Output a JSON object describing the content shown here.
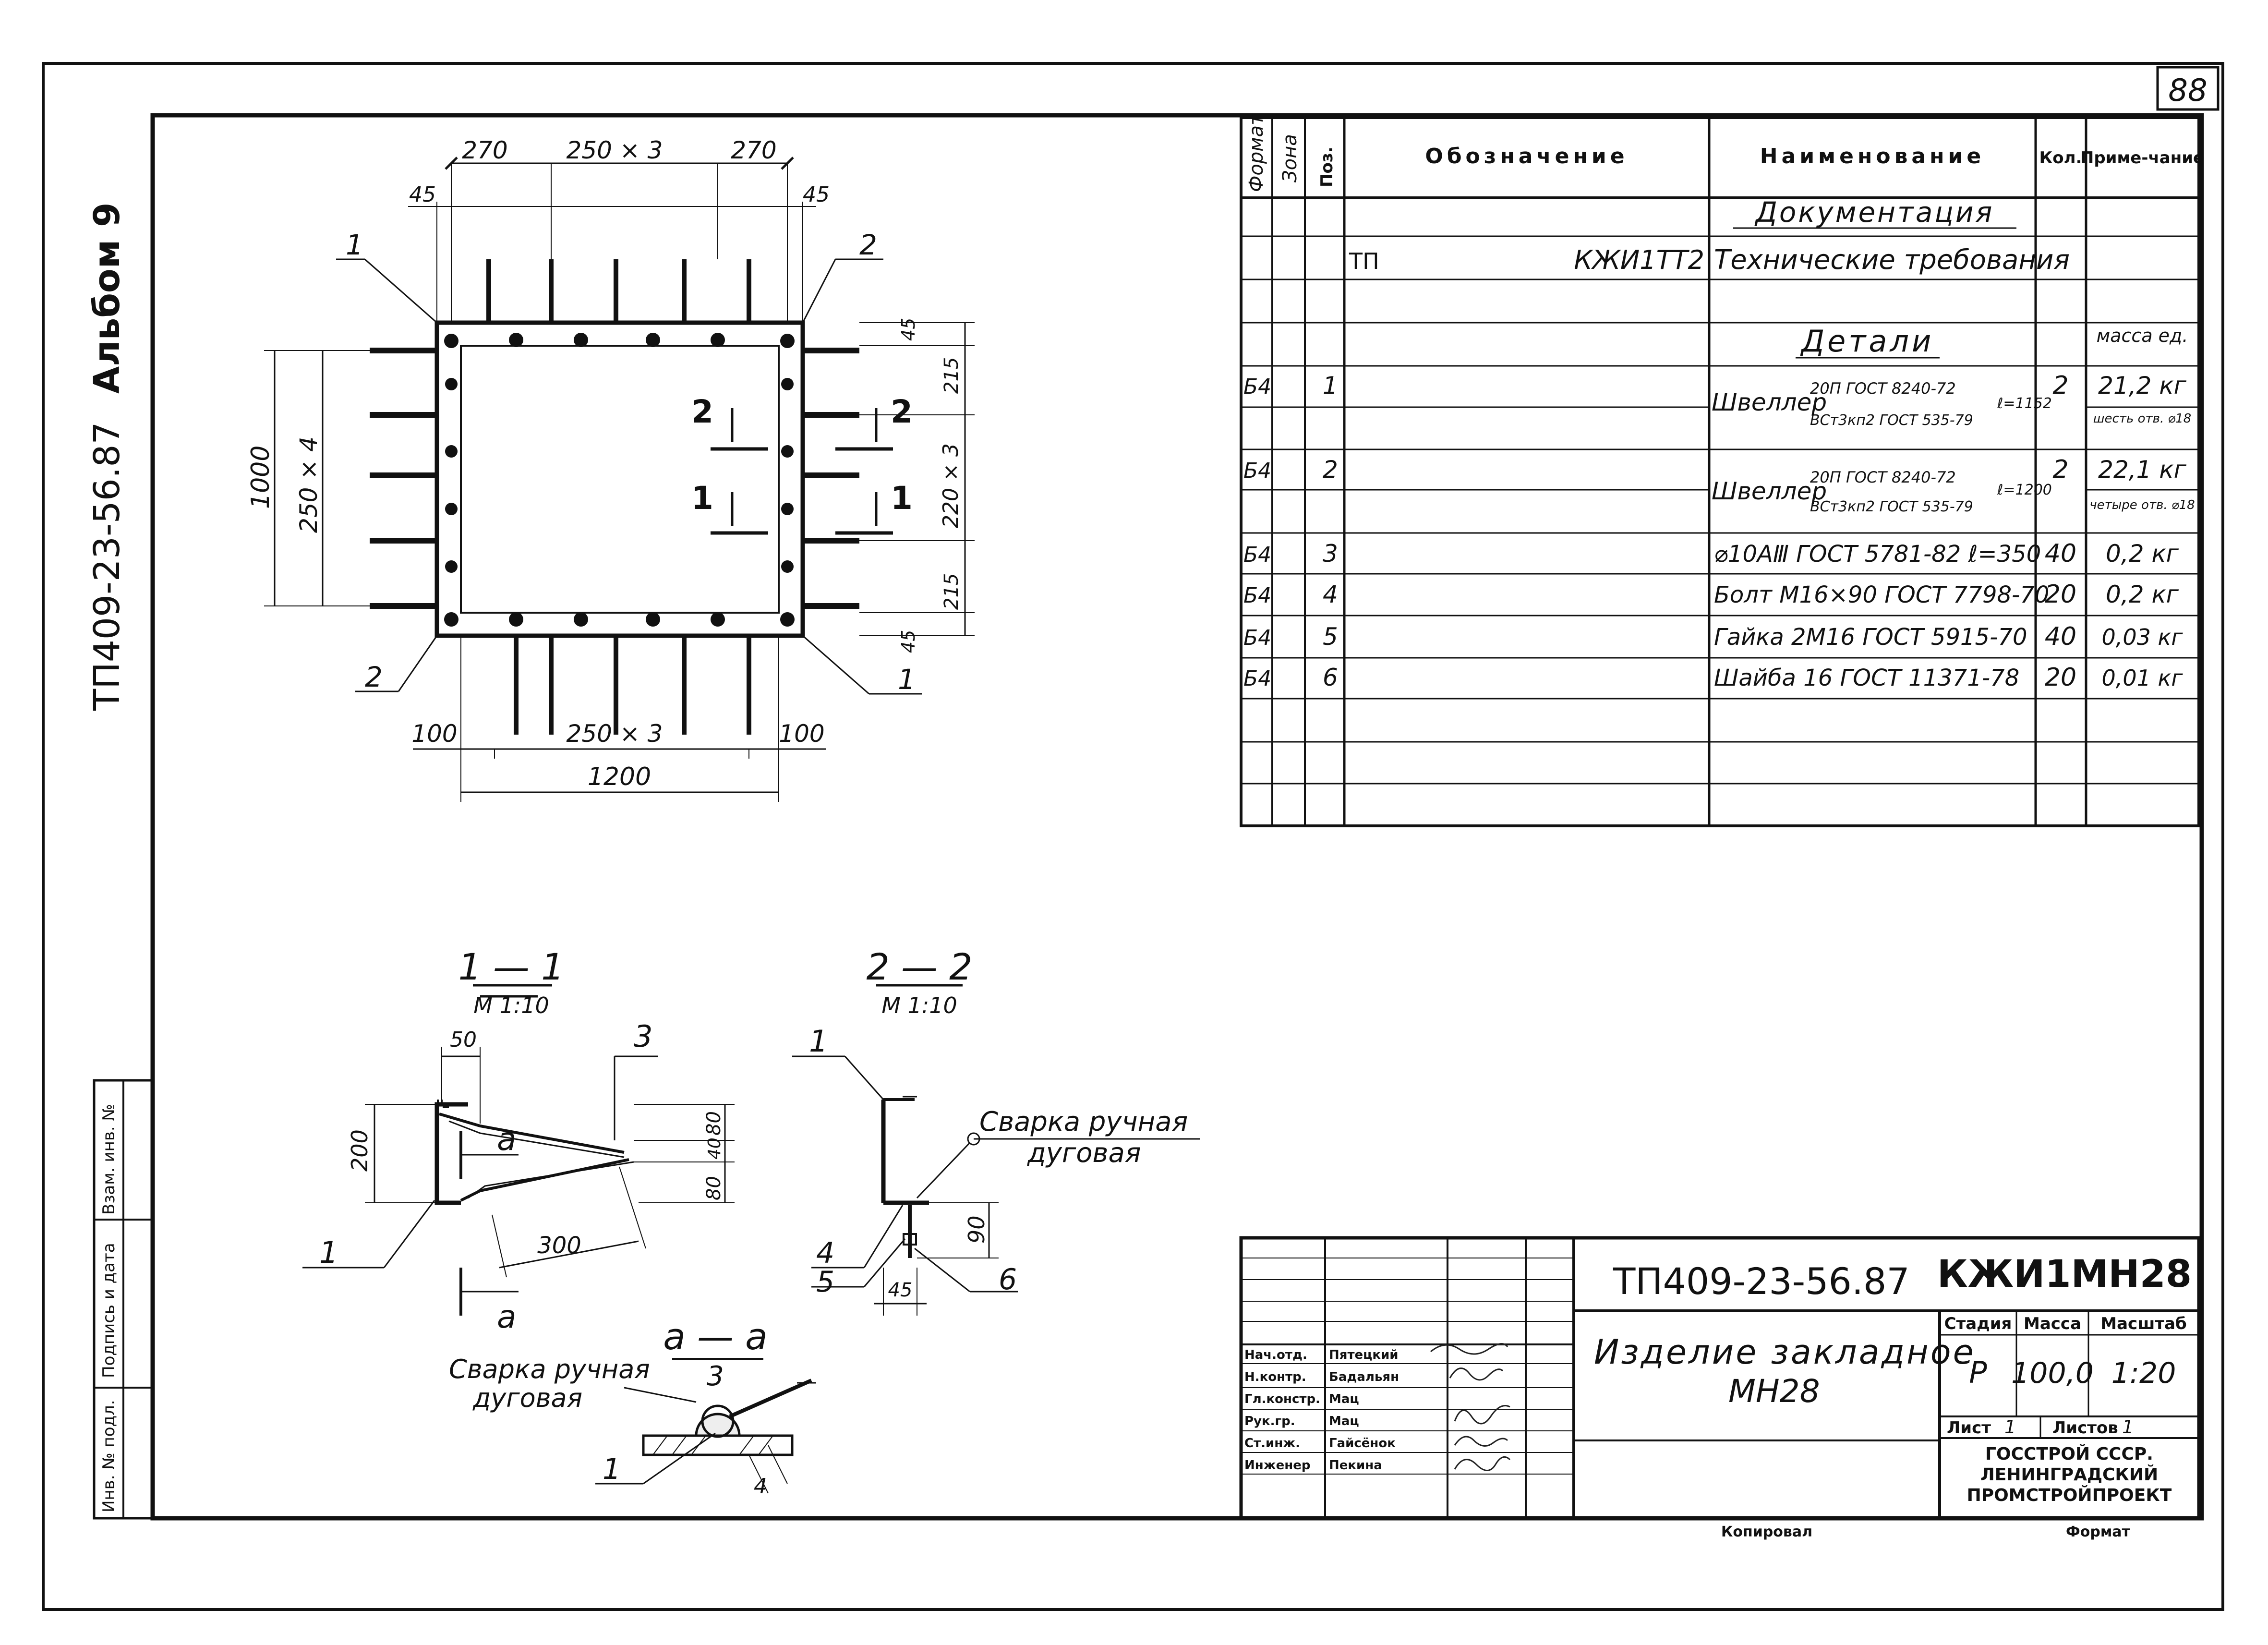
{
  "sheet_number": "88",
  "album": {
    "code": "ТП409-23-56.87",
    "album_label": "Альбом 9"
  },
  "side_stamp": {
    "cells": [
      "Взам. инв. №",
      "Подпись и дата",
      "Инв. № подл."
    ]
  },
  "plan_view": {
    "top_dims": [
      "270",
      "250 × 3",
      "270"
    ],
    "corner_dims": [
      "45",
      "45"
    ],
    "bottom_dims": [
      "100",
      "250 × 3",
      "100"
    ],
    "overall_width": "1200",
    "left_dims": {
      "overall": "1000",
      "inner": "250 × 4"
    },
    "right_dims": [
      "45",
      "215",
      "220 × 3",
      "215",
      "45"
    ],
    "callouts": [
      "1",
      "2",
      "2",
      "1"
    ],
    "section_marks": [
      "2",
      "1",
      "2",
      "1"
    ]
  },
  "section_1_1": {
    "title": "1 — 1",
    "scale": "М 1:10",
    "dims": [
      "50",
      "200",
      "80",
      "40",
      "80",
      "300"
    ],
    "callouts": [
      "3",
      "1"
    ],
    "cut_mark": "а"
  },
  "section_2_2": {
    "title": "2 — 2",
    "scale": "М 1:10",
    "dims": [
      "90",
      "45"
    ],
    "callouts": [
      "1",
      "4",
      "5",
      "6"
    ],
    "weld_note": [
      "Сварка ручная",
      "дуговая"
    ]
  },
  "section_a_a": {
    "title": "а — а",
    "subtitle": "3",
    "weld_note": [
      "Сварка ручная",
      "дуговая"
    ],
    "callouts": [
      "1"
    ],
    "leg": "4"
  },
  "spec_table": {
    "headers": [
      "Формат",
      "Зона",
      "Поз.",
      "Обозначение",
      "Наименование",
      "Кол.",
      "Приме-чание"
    ],
    "section_docs": "Документация",
    "doc_row": {
      "code": "ТП",
      "designation": "КЖИ1ТТ2",
      "name": "Технические требования"
    },
    "section_parts": "Детали",
    "mass_header": "масса ед.",
    "rows": [
      {
        "format": "Б4",
        "pos": "1",
        "name": "Швеллер",
        "spec_top": "20П ГОСТ 8240-72",
        "spec_bot": "ВСт3кп2 ГОСТ 535-79",
        "length": "ℓ=1152",
        "qty": "2",
        "note": "21,2 кг",
        "note2": "шесть отв. ⌀18"
      },
      {
        "format": "Б4",
        "pos": "2",
        "name": "Швеллер",
        "spec_top": "20П ГОСТ 8240-72",
        "spec_bot": "ВСт3кп2 ГОСТ 535-79",
        "length": "ℓ=1200",
        "qty": "2",
        "note": "22,1 кг",
        "note2": "четыре отв. ⌀18"
      },
      {
        "format": "Б4",
        "pos": "3",
        "name": "⌀10АⅢ ГОСТ 5781-82 ℓ=350",
        "qty": "40",
        "note": "0,2 кг"
      },
      {
        "format": "Б4",
        "pos": "4",
        "name": "Болт М16×90  ГОСТ 7798-70",
        "qty": "20",
        "note": "0,2 кг"
      },
      {
        "format": "Б4",
        "pos": "5",
        "name": "Гайка 2М16 ГОСТ 5915-70",
        "qty": "40",
        "note": "0,03 кг"
      },
      {
        "format": "Б4",
        "pos": "6",
        "name": "Шайба 16 ГОСТ 11371-78",
        "qty": "20",
        "note": "0,01 кг"
      }
    ]
  },
  "title_block": {
    "project": "ТП409-23-56.87",
    "mark": "КЖИ1МН28",
    "name": [
      "Изделие закладное",
      "МН28"
    ],
    "stage_label": "Стадия",
    "stage": "Р",
    "mass_label": "Масса",
    "mass": "100,0",
    "scale_label": "Масштаб",
    "scale": "1:20",
    "sheet_label": "Лист",
    "sheet": "1",
    "sheets_label": "Листов",
    "sheets": "1",
    "org": [
      "ГОССТРОЙ СССР.",
      "ЛЕНИНГРАДСКИЙ",
      "ПРОМСТРОЙПРОЕКТ"
    ],
    "people": [
      {
        "role": "Нач.отд.",
        "name": "Пятецкий"
      },
      {
        "role": "Н.контр.",
        "name": "Бадальян"
      },
      {
        "role": "Гл.констр.",
        "name": "Мац"
      },
      {
        "role": "Рук.гр.",
        "name": "Мац"
      },
      {
        "role": "Ст.инж.",
        "name": "Гайсёнок"
      },
      {
        "role": "Инженер",
        "name": "Пекина"
      }
    ]
  },
  "footer": {
    "left": "Копировал",
    "right": "Формат"
  }
}
